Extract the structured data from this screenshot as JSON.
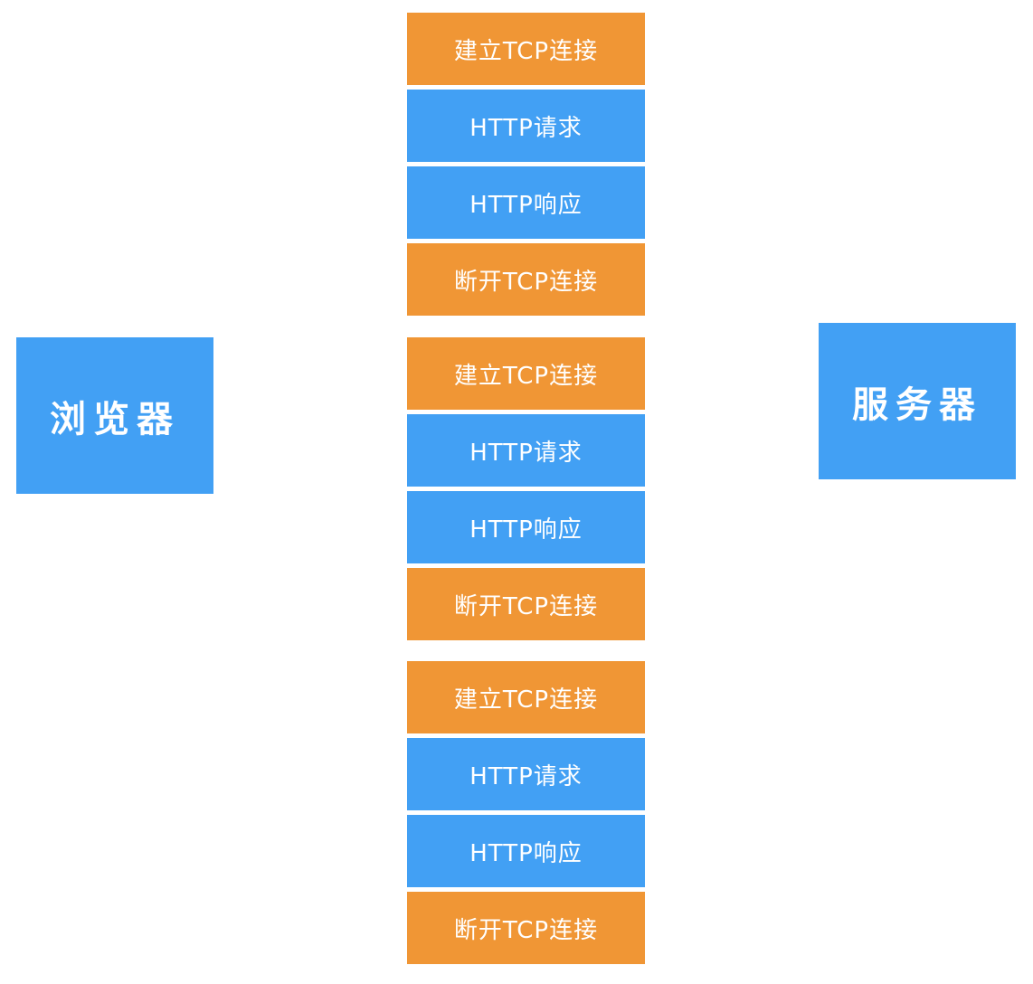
{
  "colors": {
    "blue": "#42a0f4",
    "orange": "#f09635"
  },
  "nodes": {
    "browser": "浏览器",
    "server": "服务器"
  },
  "groups": [
    {
      "steps": [
        {
          "label": "建立TCP连接",
          "kind": "tcp"
        },
        {
          "label": "HTTP请求",
          "kind": "http"
        },
        {
          "label": "HTTP响应",
          "kind": "http"
        },
        {
          "label": "断开TCP连接",
          "kind": "tcp"
        }
      ]
    },
    {
      "steps": [
        {
          "label": "建立TCP连接",
          "kind": "tcp"
        },
        {
          "label": "HTTP请求",
          "kind": "http"
        },
        {
          "label": "HTTP响应",
          "kind": "http"
        },
        {
          "label": "断开TCP连接",
          "kind": "tcp"
        }
      ]
    },
    {
      "steps": [
        {
          "label": "建立TCP连接",
          "kind": "tcp"
        },
        {
          "label": "HTTP请求",
          "kind": "http"
        },
        {
          "label": "HTTP响应",
          "kind": "http"
        },
        {
          "label": "断开TCP连接",
          "kind": "tcp"
        }
      ]
    }
  ]
}
